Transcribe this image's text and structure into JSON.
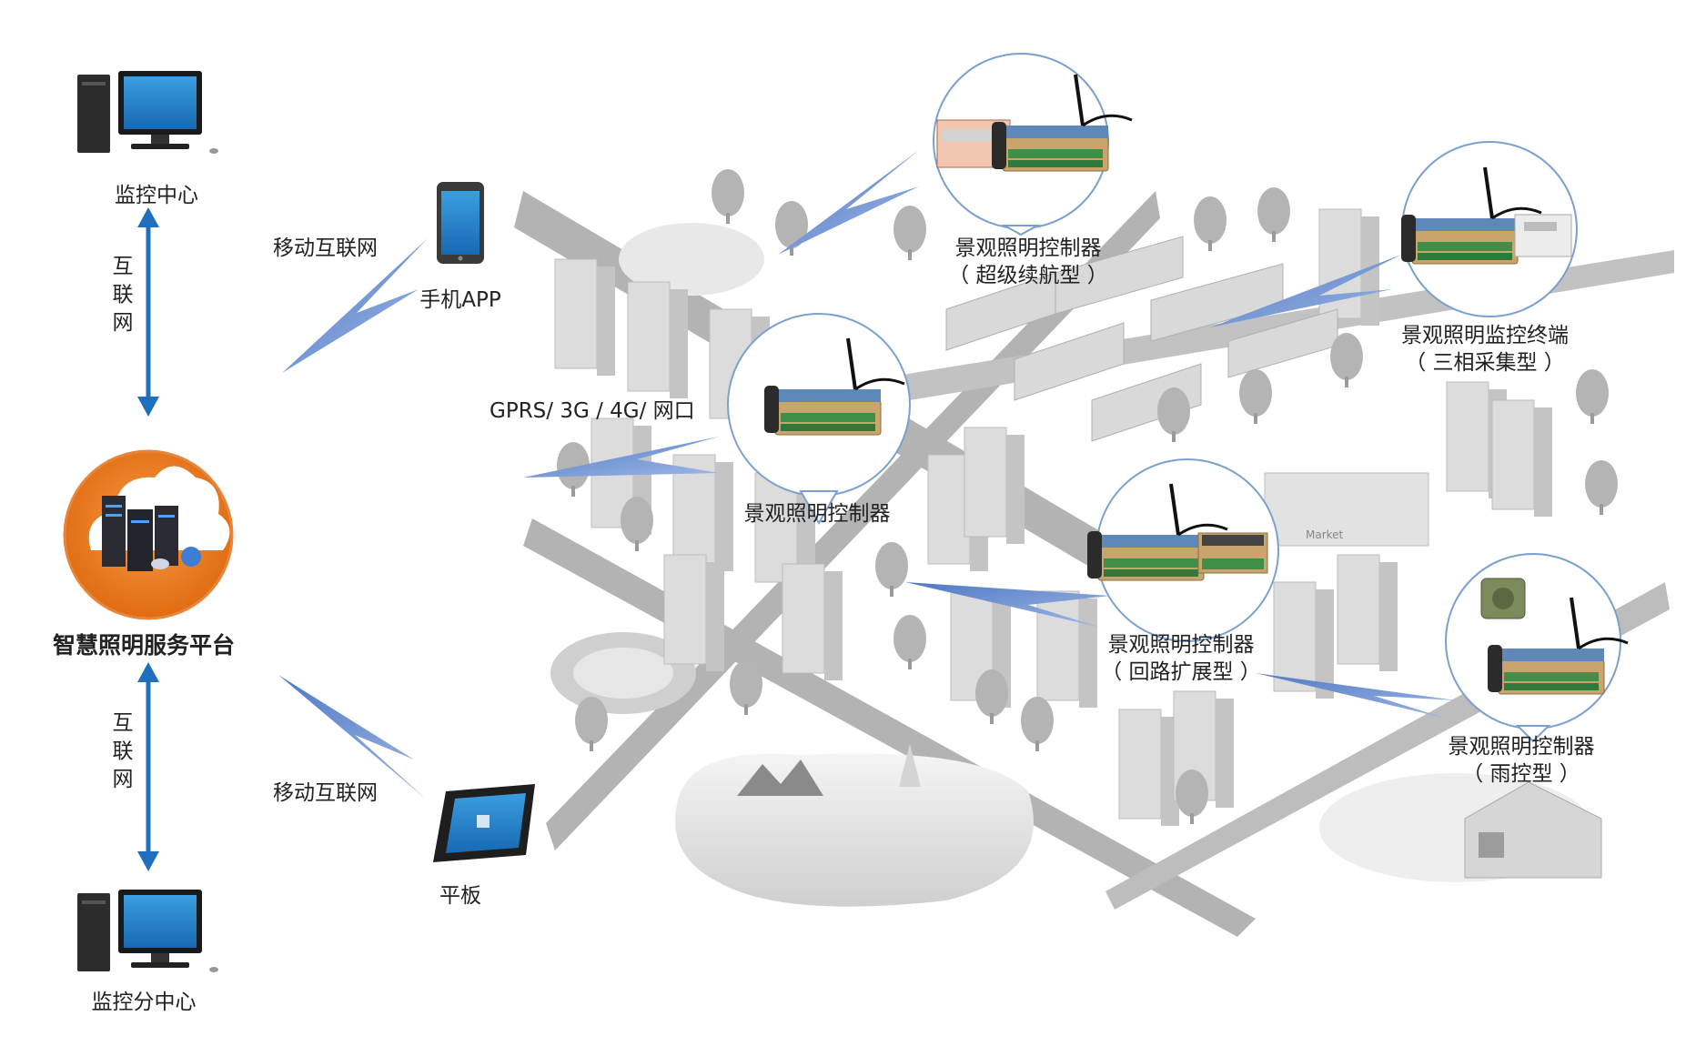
{
  "left_panel": {
    "monitor_center": "监控中心",
    "monitor_sub_center": "监控分中心",
    "platform": "智慧照明服务平台",
    "internet_top": [
      "互",
      "联",
      "网"
    ],
    "internet_bottom": [
      "互",
      "联",
      "网"
    ]
  },
  "mobile": {
    "mobile_internet_top": "移动互联网",
    "mobile_internet_bottom": "移动互联网",
    "phone_app": "手机APP",
    "tablet": "平板",
    "network_types": "GPRS/ 3G / 4G/ 网口"
  },
  "devices": [
    {
      "line1": "景观照明控制器",
      "line2": "（ 超级续航型 ）"
    },
    {
      "line1": "景观照明监控终端",
      "line2": "（ 三相采集型 ）"
    },
    {
      "line1": "景观照明控制器",
      "line2": ""
    },
    {
      "line1": "景观照明控制器",
      "line2": "（ 回路扩展型 ）"
    },
    {
      "line1": "景观照明控制器",
      "line2": "（ 雨控型 ）"
    }
  ],
  "city": {
    "market_sign": "Market"
  },
  "colors": {
    "arrow_blue": "#1f6fbf",
    "platform_orange": "#f07f23",
    "lightning_blue": "#6b8fcf",
    "city_gray": "#b8b8b8"
  }
}
